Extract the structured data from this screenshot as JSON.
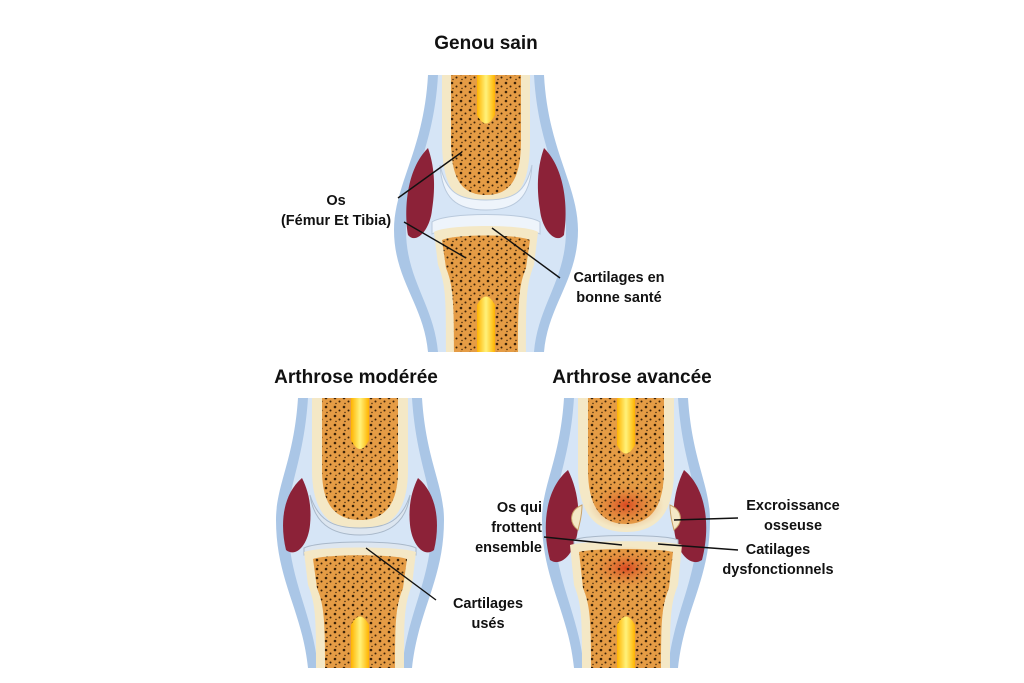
{
  "diagram": {
    "healthy": {
      "title": "Genou sain",
      "bone_label": [
        "Os",
        "(Fémur Et Tibia)"
      ],
      "cartilage_label": [
        "Cartilages en",
        "bonne santé"
      ]
    },
    "moderate": {
      "title": "Arthrose modérée",
      "cartilage_label": [
        "Cartilages",
        "usés"
      ]
    },
    "advanced": {
      "title": "Arthrose avancée",
      "rubbing_label": [
        "Os qui",
        "frottent",
        "ensemble"
      ],
      "growth_label": [
        "Excroissance",
        "osseuse"
      ],
      "cartilage_label": [
        "Catilages",
        "dysfonctionnels"
      ]
    },
    "colors": {
      "capsule": "#aac6e6",
      "capsule_inner": "#d6e5f6",
      "synovial": "#8c2238",
      "bone_shell": "#f4e8c6",
      "bone_fill": "#e59c45",
      "marrow": "#ffd21a",
      "cartilage_healthy": "#eef4fb",
      "cartilage_worn": "#dde6f0",
      "inflammation": "#d43b1a"
    }
  }
}
